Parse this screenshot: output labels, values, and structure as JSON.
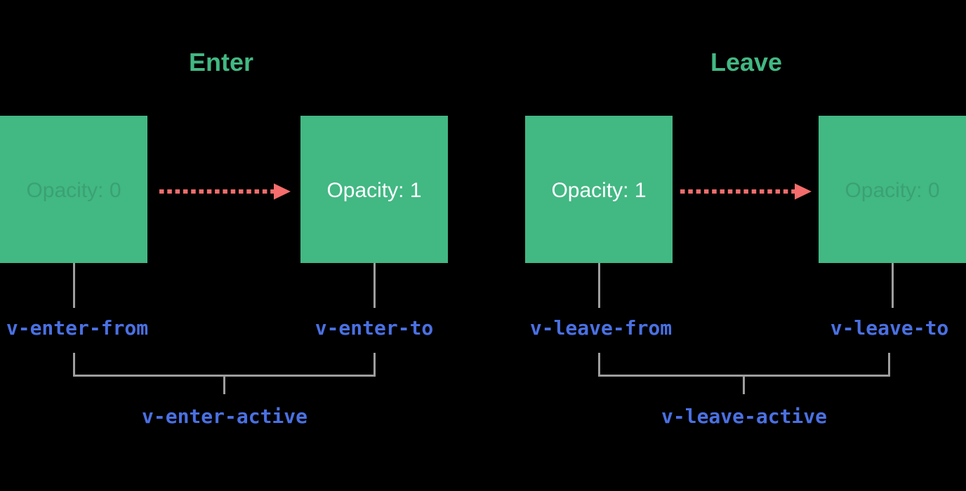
{
  "colors": {
    "background": "#000000",
    "box_green": "#42b883",
    "title_green": "#42b883",
    "arrow_red": "#f56c6c",
    "connector_gray": "#9e9e9e",
    "class_label_blue": "#4a70e2",
    "box_label_white": "#ffffff",
    "box_label_faded": "rgba(0,0,0,0.12)"
  },
  "sections": [
    {
      "title": "Enter",
      "from_box_label": "Opacity: 0",
      "to_box_label": "Opacity: 1",
      "from_class": "v-enter-from",
      "to_class": "v-enter-to",
      "active_class": "v-enter-active"
    },
    {
      "title": "Leave",
      "from_box_label": "Opacity: 1",
      "to_box_label": "Opacity: 0",
      "from_class": "v-leave-from",
      "to_class": "v-leave-to",
      "active_class": "v-leave-active"
    }
  ]
}
